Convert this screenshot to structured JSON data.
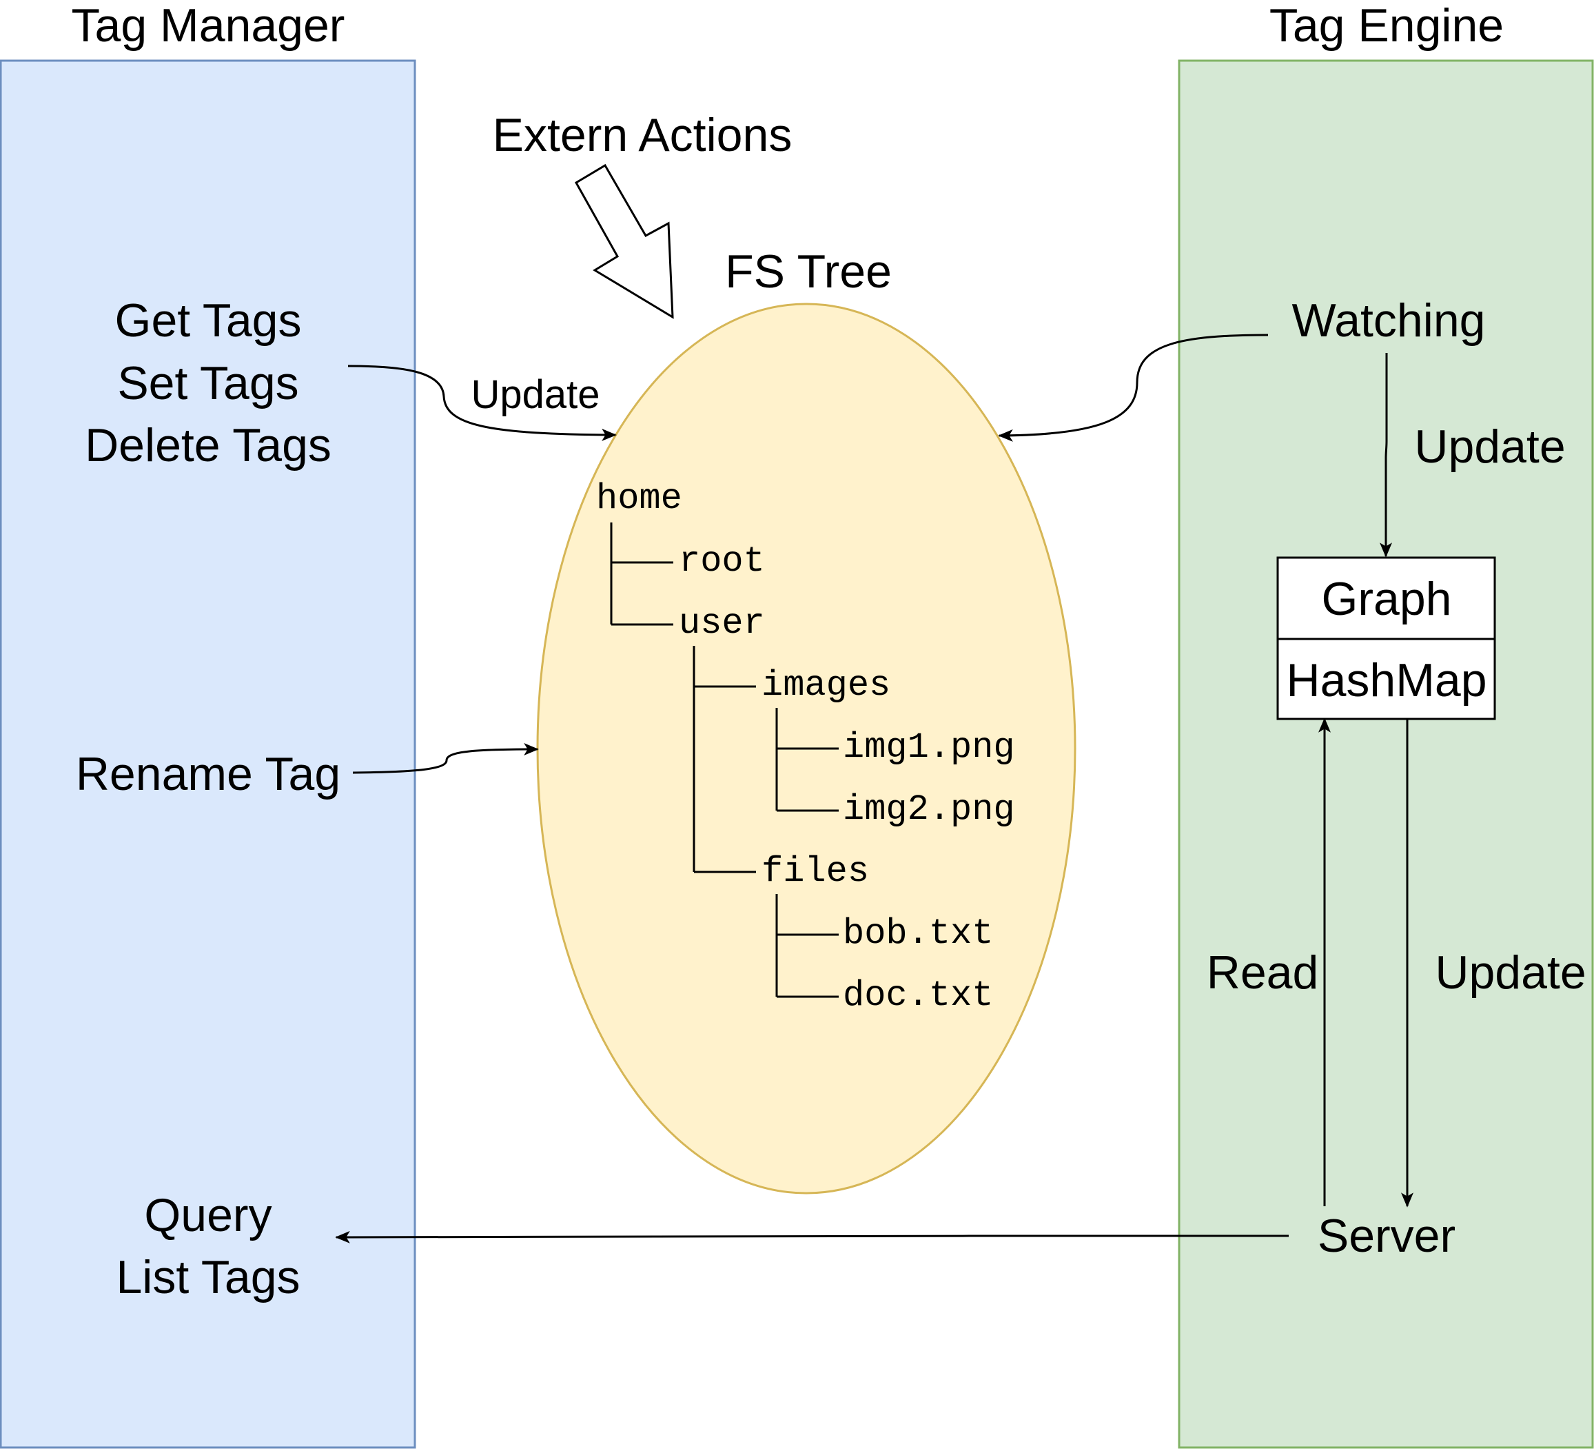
{
  "colors": {
    "manager_fill": "#dae8fc",
    "manager_stroke": "#6c8ebf",
    "engine_fill": "#d5e8d4",
    "engine_stroke": "#82b366",
    "tree_fill": "#fff2cc",
    "tree_stroke": "#d6b656",
    "line": "#000000"
  },
  "tag_manager": {
    "title": "Tag Manager",
    "actions_top": [
      "Get Tags",
      "Set Tags",
      "Delete Tags"
    ],
    "rename": "Rename Tag",
    "actions_bottom": [
      "Query",
      "List Tags"
    ]
  },
  "center": {
    "extern_actions": "Extern Actions",
    "fs_tree_title": "FS Tree",
    "update_label": "Update",
    "tree": {
      "home": "home",
      "root": "root",
      "user": "user",
      "images": "images",
      "img1": "img1.png",
      "img2": "img2.png",
      "files": "files",
      "bob": "bob.txt",
      "doc": "doc.txt"
    }
  },
  "tag_engine": {
    "title": "Tag Engine",
    "watching": "Watching",
    "update_top": "Update",
    "graph": "Graph",
    "hashmap": "HashMap",
    "read": "Read",
    "update_bottom": "Update",
    "server": "Server"
  }
}
